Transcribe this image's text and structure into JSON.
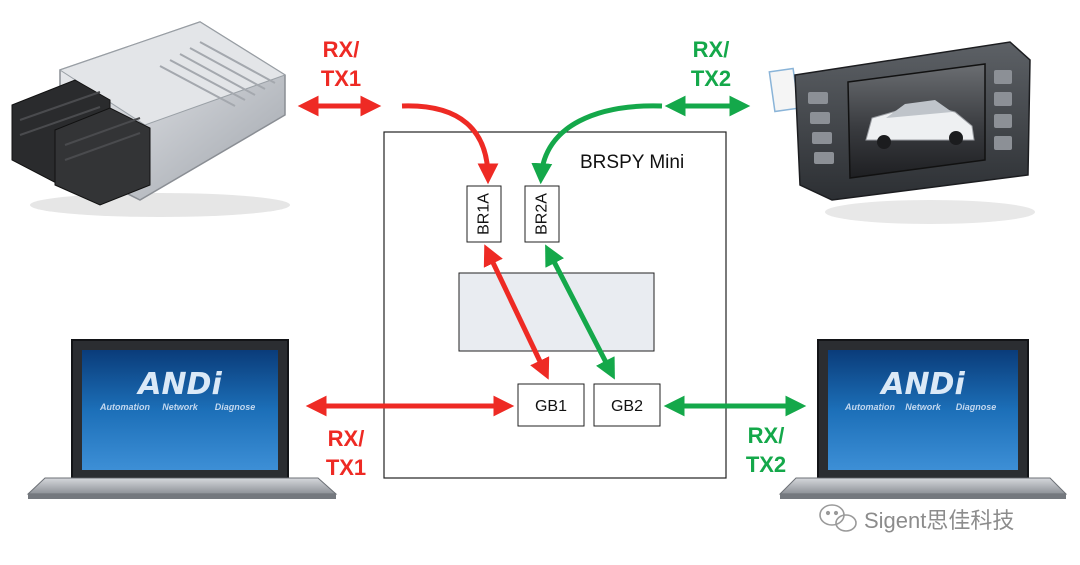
{
  "diagram": {
    "device_title": "BRSPY Mini",
    "ports": {
      "br1a": "BR1A",
      "br2a": "BR2A",
      "gb1": "GB1",
      "gb2": "GB2"
    },
    "labels": {
      "top_left_line1": "RX/",
      "top_left_line2": "TX1",
      "top_right_line1": "RX/",
      "top_right_line2": "TX2",
      "bottom_left_line1": "RX/",
      "bottom_left_line2": "TX1",
      "bottom_right_line1": "RX/",
      "bottom_right_line2": "TX2"
    },
    "laptop_screen": {
      "logo": "ANDi",
      "tagline": [
        "Automation",
        "Network",
        "Diagnose"
      ]
    },
    "watermark": "Sigent思佳科技"
  },
  "colors": {
    "tx1": "#ee2a24",
    "tx2": "#14a84a",
    "box_border": "#222222",
    "inner_box_fill": "#e9ecf1",
    "screen_blue": "#1c6fb8"
  },
  "icons": [
    "ecu-module-icon",
    "car-head-unit-icon",
    "laptop-icon",
    "wechat-icon"
  ]
}
